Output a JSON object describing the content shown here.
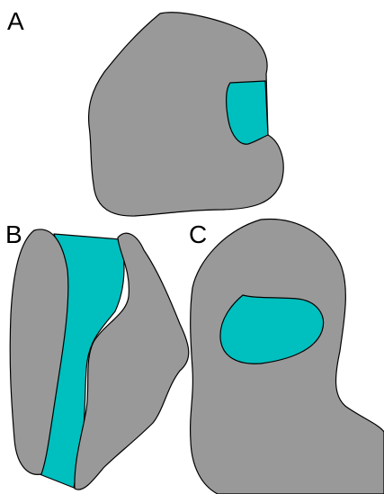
{
  "panels": [
    {
      "label": "A"
    },
    {
      "label": "B"
    },
    {
      "label": "C"
    }
  ],
  "colors": {
    "tissue": "#999999",
    "highlight": "#00bfbf",
    "outline": "#000000",
    "background": "#ffffff"
  }
}
